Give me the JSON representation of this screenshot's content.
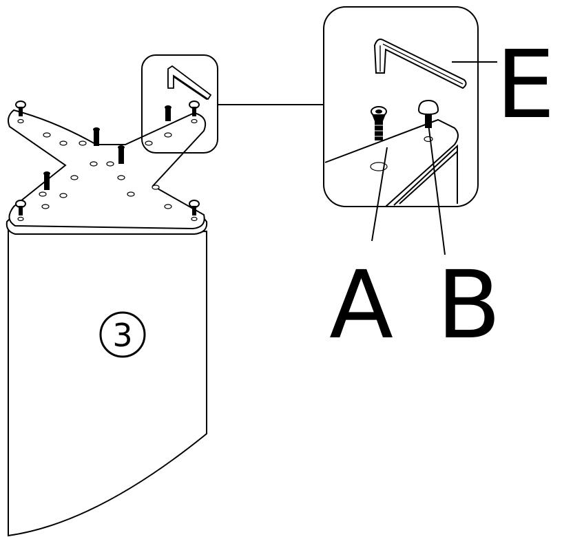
{
  "step": {
    "number": "3"
  },
  "labels": {
    "a": "A",
    "b": "B",
    "e": "E"
  },
  "parts": {
    "a": "screw-countersunk",
    "b": "bolt-round-head",
    "e": "allen-key"
  },
  "icons": [
    "allen-key-icon",
    "screw-icon",
    "bolt-icon"
  ],
  "colors": {
    "line": "#000000",
    "background": "#ffffff"
  }
}
